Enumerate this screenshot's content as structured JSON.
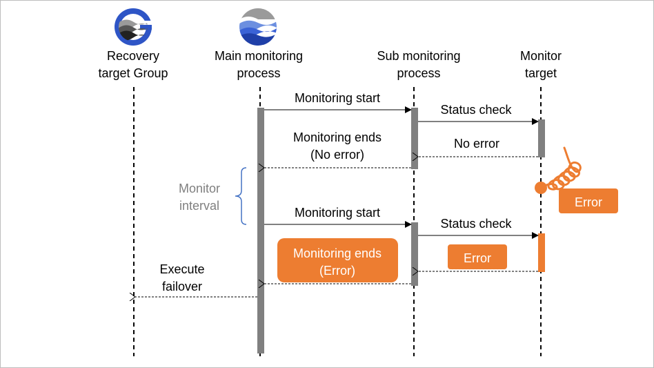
{
  "participants": {
    "group": {
      "line1": "Recovery",
      "line2": "target Group",
      "icon": "recovery-group-icon"
    },
    "main": {
      "line1": "Main monitoring",
      "line2": "process",
      "icon": "main-process-icon"
    },
    "sub": {
      "line1": "Sub monitoring",
      "line2": "process"
    },
    "target": {
      "line1": "Monitor",
      "line2": "target"
    }
  },
  "messages": {
    "start1": "Monitoring start",
    "check1": "Status check",
    "ends1_line1": "Monitoring ends",
    "ends1_line2": "(No error)",
    "noerror": "No error",
    "interval_line1": "Monitor",
    "interval_line2": "interval",
    "start2": "Monitoring start",
    "check2": "Status check",
    "ends2_line1": "Monitoring ends",
    "ends2_line2": "(Error)",
    "error_return": "Error",
    "error_target": "Error",
    "failover_line1": "Execute",
    "failover_line2": "failover"
  },
  "colors": {
    "activation": "#808080",
    "error": "#ed7d31",
    "brace": "#4472c4",
    "icon_blue": "#2e55c6"
  }
}
